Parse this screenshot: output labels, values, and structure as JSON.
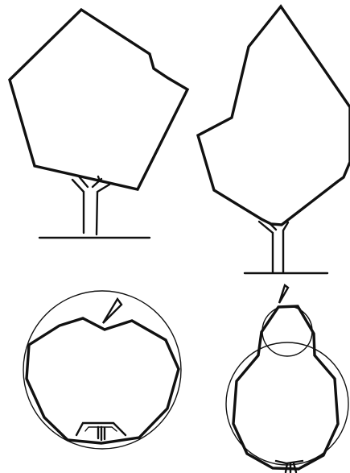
{
  "drawing": {
    "description_visible_text": "",
    "colors": {
      "ink": "#111111",
      "paper": "#ffffff"
    },
    "figures": [
      {
        "name": "polygon-tree-left",
        "kind": "tree"
      },
      {
        "name": "polygon-tree-right",
        "kind": "tree"
      },
      {
        "name": "apple-in-circle",
        "kind": "apple"
      },
      {
        "name": "pear-in-circles",
        "kind": "pear"
      }
    ]
  }
}
